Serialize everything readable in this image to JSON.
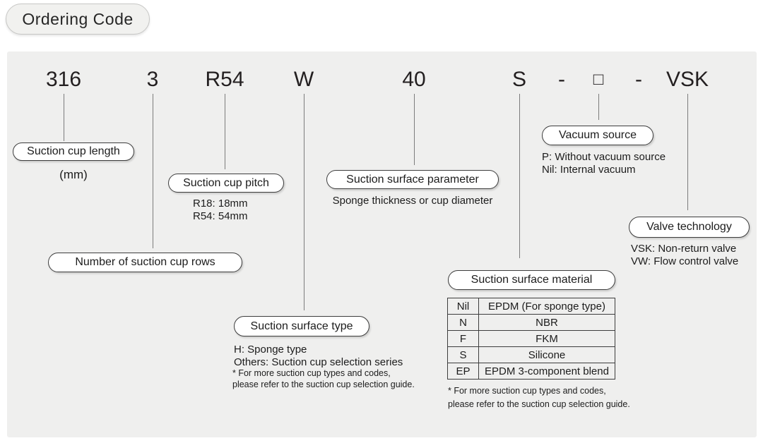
{
  "title": "Ordering Code",
  "code": {
    "segments": [
      "316",
      "3",
      "R54",
      "W",
      "40",
      "S",
      "-",
      "□",
      "-",
      "VSK"
    ]
  },
  "sections": {
    "length": {
      "label": "Suction cup length",
      "note": "(mm)"
    },
    "rows": {
      "label": "Number of suction cup rows"
    },
    "pitch": {
      "label": "Suction cup pitch",
      "lines": [
        "R18: 18mm",
        "R54: 54mm"
      ]
    },
    "type": {
      "label": "Suction surface type",
      "lines": [
        "H: Sponge type",
        "Others: Suction cup selection series"
      ],
      "footnote": [
        "* For more suction cup types and codes,",
        "please refer to the suction cup selection guide."
      ]
    },
    "parameter": {
      "label": "Suction surface parameter",
      "note": "Sponge thickness or cup diameter"
    },
    "material": {
      "label": "Suction surface material",
      "table": [
        [
          "Nil",
          "EPDM (For sponge type)"
        ],
        [
          "N",
          "NBR"
        ],
        [
          "F",
          "FKM"
        ],
        [
          "S",
          "Silicone"
        ],
        [
          "EP",
          "EPDM 3-component blend"
        ]
      ],
      "footnote": [
        "* For more suction cup types and codes,",
        "please refer to the suction cup selection guide."
      ]
    },
    "vacuum": {
      "label": "Vacuum source",
      "lines": [
        "P: Without vacuum source",
        "Nil: Internal vacuum"
      ]
    },
    "valve": {
      "label": "Valve technology",
      "lines": [
        "VSK: Non-return valve",
        "VW: Flow control valve"
      ]
    }
  },
  "colors": {
    "panel_bg": "#efefee",
    "pill_border": "#3d3d3d",
    "line": "#7c7c7c",
    "text": "#1f1f1f"
  }
}
